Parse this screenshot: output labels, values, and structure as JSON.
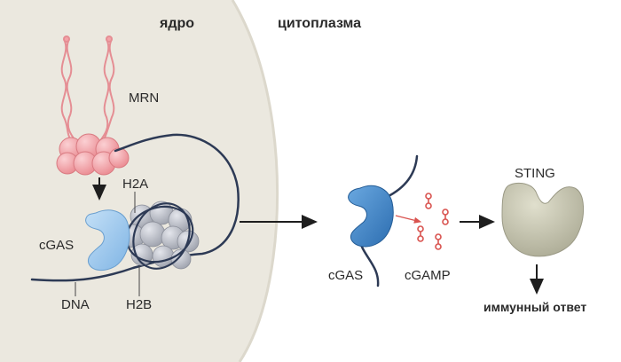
{
  "regions": {
    "nucleus": "ядро",
    "cytoplasm": "цитоплазма"
  },
  "labels": {
    "mrn": "MRN",
    "h2a": "H2A",
    "h2b": "H2B",
    "cgas_nucleus": "cGAS",
    "dna": "DNA",
    "cgas_cytoplasm": "cGAS",
    "cgamp": "cGAMP",
    "sting": "STING",
    "immune_response": "иммунный ответ"
  },
  "colors": {
    "nucleus_fill": "#ebe8df",
    "mrn_pink": "#f4a3a8",
    "cgas_light_blue": "#9cc8ee",
    "cgas_dark_blue": "#3b7fc4",
    "histone_gray": "#b8bcc6",
    "dna_navy": "#2d3a55",
    "sting_fill": "#c9c8b2",
    "cgamp_red": "#d9534f"
  }
}
